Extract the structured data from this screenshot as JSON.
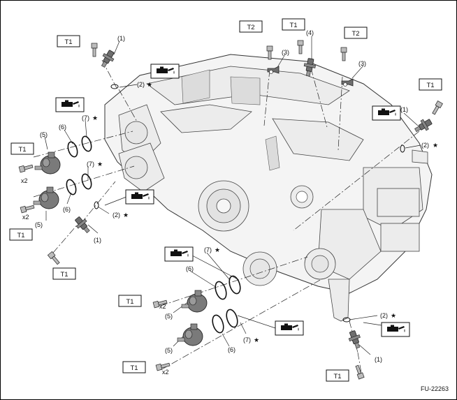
{
  "figure_id": "FU-22263",
  "labels": {
    "p1": "(1)",
    "p2": "(2)",
    "p3": "(3)",
    "p4": "(4)",
    "p5": "(5)",
    "p6": "(6)",
    "p7": "(7)",
    "star": "★",
    "x2": "x2",
    "t1": "T1",
    "t2": "T2"
  },
  "icons": {
    "oil": "oil-can-icon",
    "star": "star-icon"
  }
}
